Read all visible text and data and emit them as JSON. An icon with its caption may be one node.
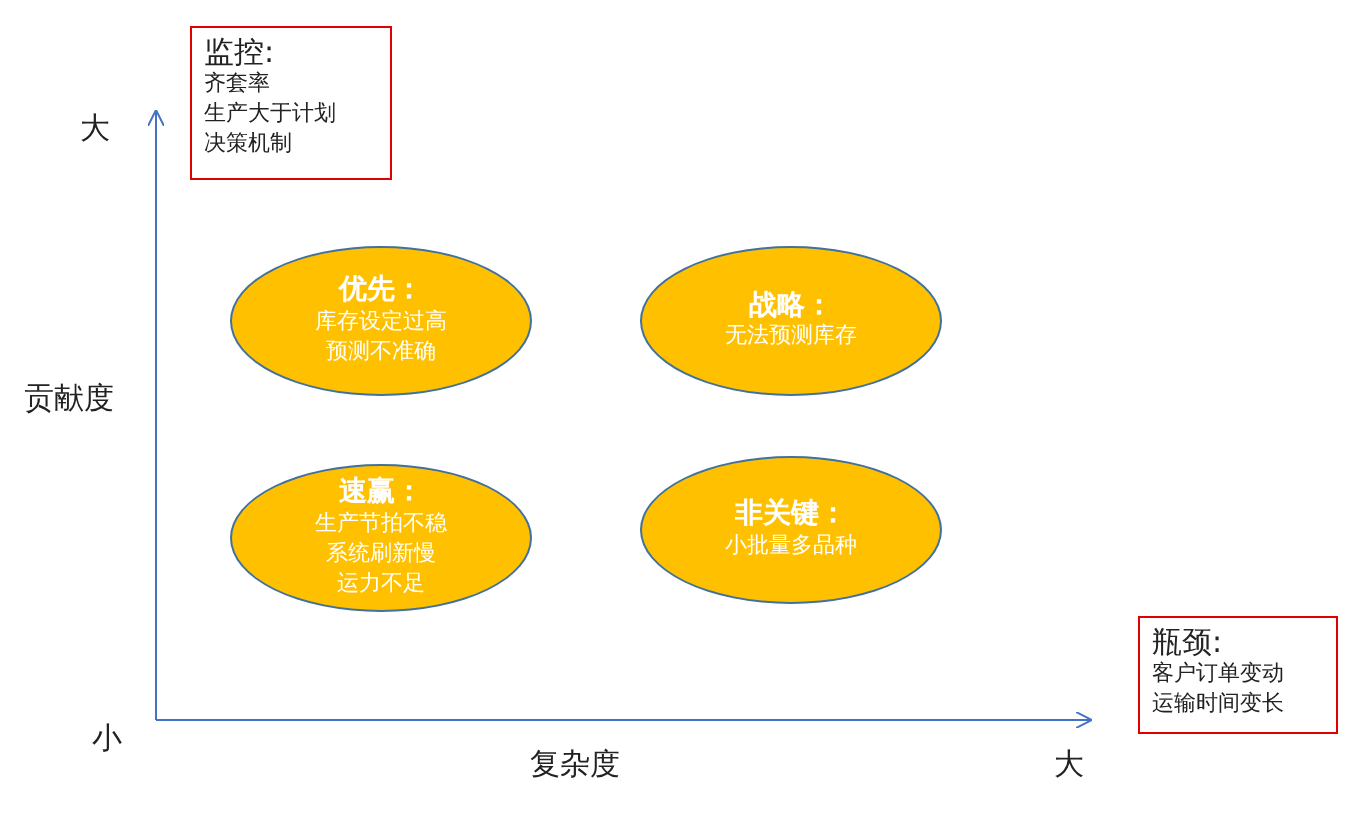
{
  "diagram": {
    "nodes": [
      {
        "text": [
          "监控:",
          "齐套率",
          "生产大于计划",
          "决策机制"
        ]
      },
      {
        "text": [
          "优先：",
          "库存设定过高",
          "预测不准确"
        ]
      },
      {
        "text": [
          "战略：",
          "无法预测库存"
        ]
      },
      {
        "text": [
          "速赢：",
          "生产节拍不稳",
          "系统刷新慢",
          "运力不足"
        ]
      },
      {
        "text": [
          "非关键：",
          "小批量多品种"
        ]
      },
      {
        "text": [
          "瓶颈:",
          "客户订单变动",
          "运输时间变长"
        ]
      }
    ],
    "labels": [
      "大",
      "贡献度",
      "小",
      "复杂度",
      "大"
    ]
  }
}
